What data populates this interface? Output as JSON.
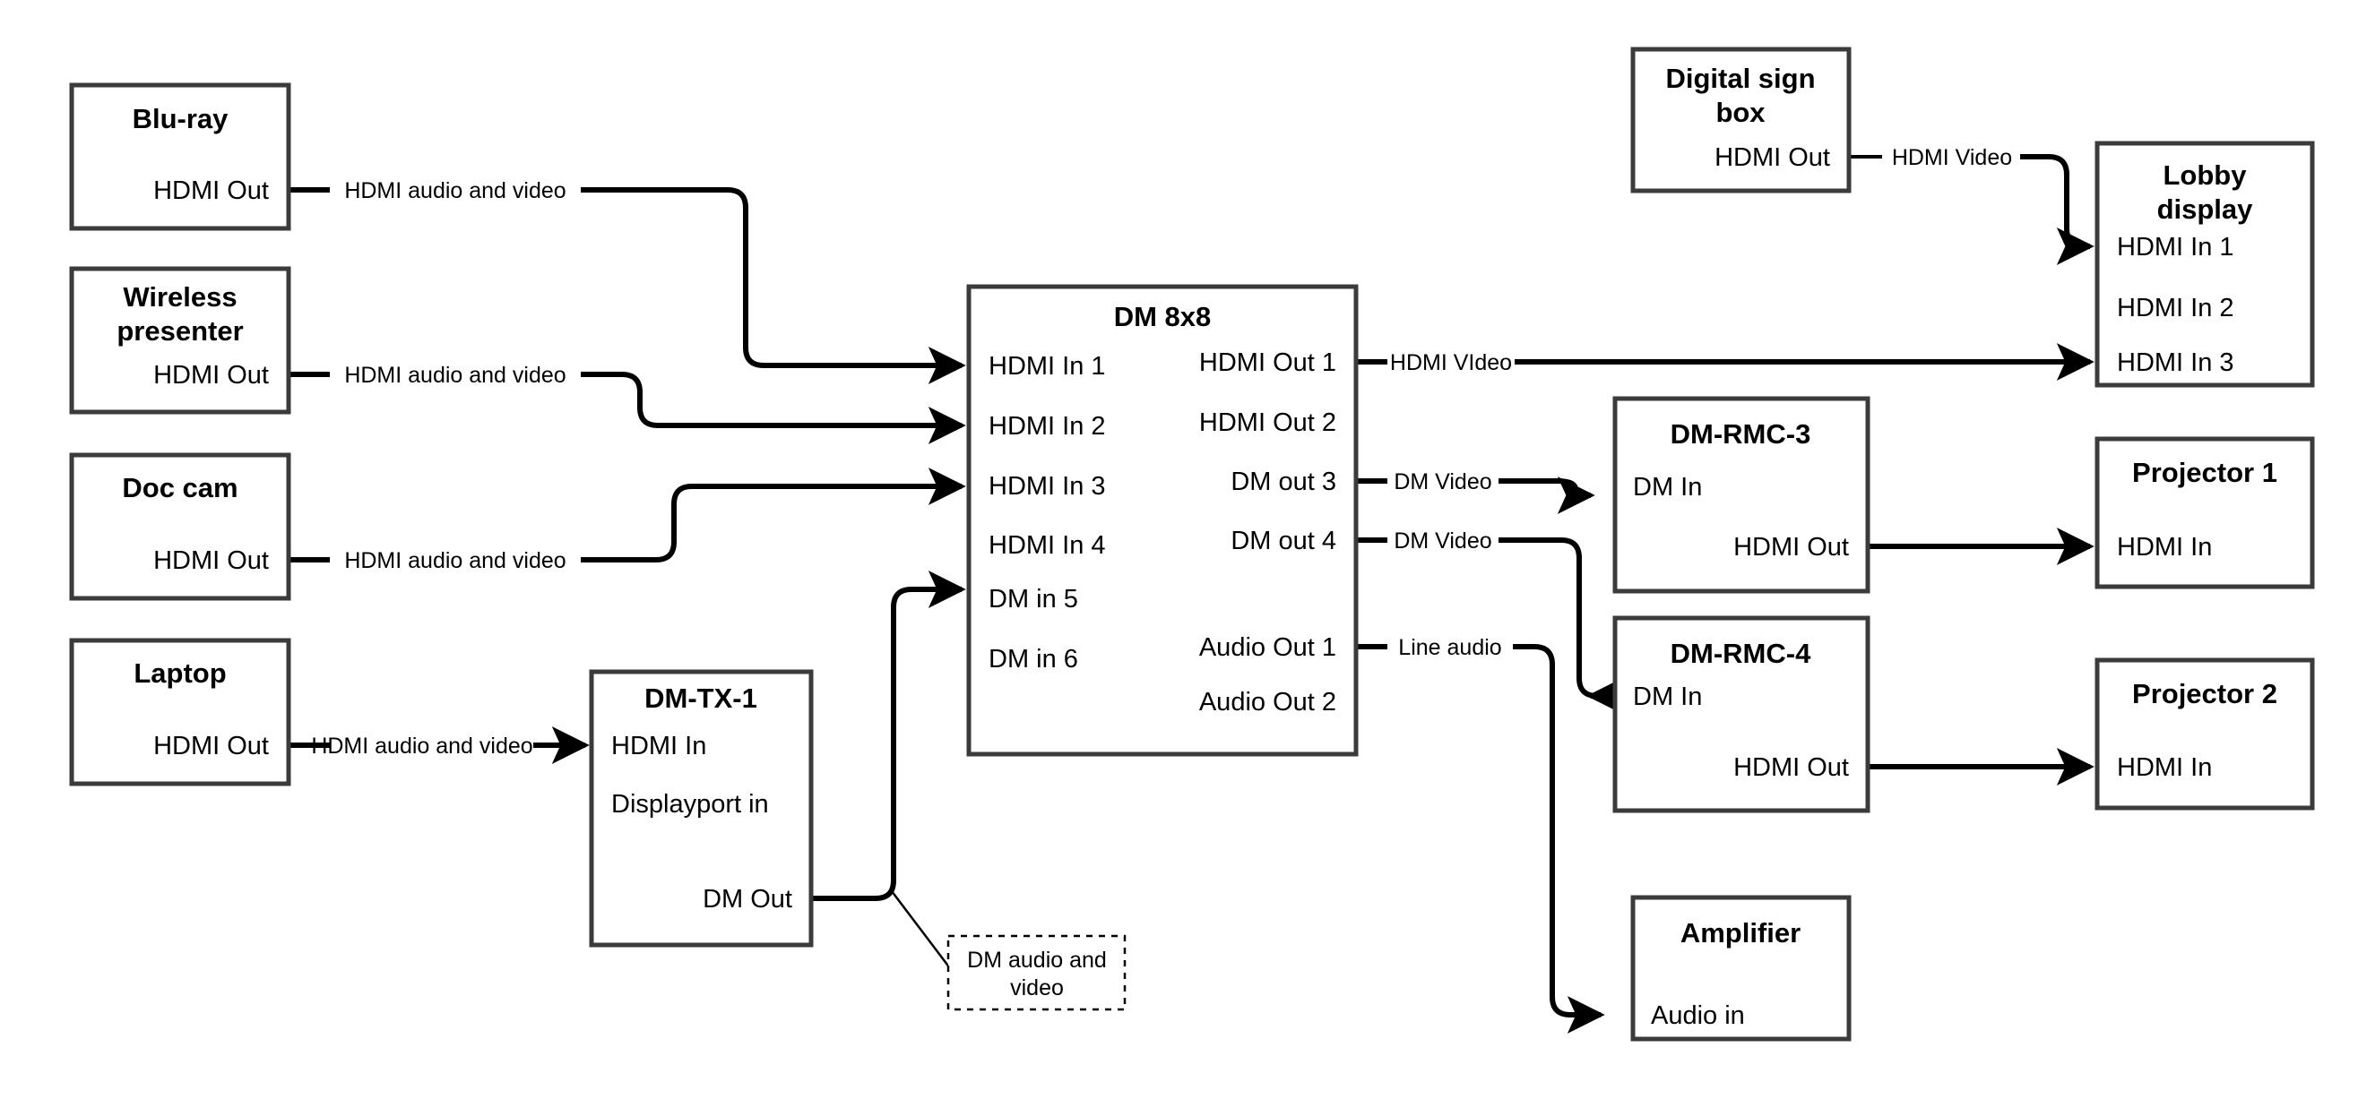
{
  "diagram": {
    "title": "AV signal flow diagram",
    "colors": {
      "box_stroke": "#3b3b3b",
      "wire": "#000000",
      "background": "#ffffff"
    }
  },
  "nodes": [
    {
      "id": "blu-ray",
      "title": "Blu-ray",
      "ports_left": [],
      "ports_right": [
        "HDMI Out"
      ]
    },
    {
      "id": "wireless-presenter",
      "title": "Wireless presenter",
      "title_line1": "Wireless",
      "title_line2": "presenter",
      "ports_left": [],
      "ports_right": [
        "HDMI Out"
      ]
    },
    {
      "id": "doc-cam",
      "title": "Doc cam",
      "ports_left": [],
      "ports_right": [
        "HDMI Out"
      ]
    },
    {
      "id": "laptop",
      "title": "Laptop",
      "ports_left": [],
      "ports_right": [
        "HDMI Out"
      ]
    },
    {
      "id": "dm-tx-1",
      "title": "DM-TX-1",
      "ports_left": [
        "HDMI In",
        "Displayport in"
      ],
      "ports_right": [
        "DM Out"
      ]
    },
    {
      "id": "dm-8x8",
      "title": "DM 8x8",
      "ports_left": [
        "HDMI In 1",
        "HDMI In 2",
        "HDMI In 3",
        "HDMI In 4",
        "DM in 5",
        "DM in 6"
      ],
      "ports_right": [
        "HDMI Out 1",
        "HDMI Out 2",
        "DM out 3",
        "DM out 4",
        "Audio Out 1",
        "Audio Out 2"
      ]
    },
    {
      "id": "digital-sign-box",
      "title": "Digital sign box",
      "title_line1": "Digital sign",
      "title_line2": "box",
      "ports_left": [],
      "ports_right": [
        "HDMI Out"
      ]
    },
    {
      "id": "lobby-display",
      "title": "Lobby display",
      "title_line1": "Lobby",
      "title_line2": "display",
      "ports_left": [
        "HDMI In 1",
        "HDMI In 2",
        "HDMI In 3"
      ],
      "ports_right": []
    },
    {
      "id": "dm-rmc-3",
      "title": "DM-RMC-3",
      "ports_left": [
        "DM In"
      ],
      "ports_right": [
        "HDMI Out"
      ]
    },
    {
      "id": "dm-rmc-4",
      "title": "DM-RMC-4",
      "ports_left": [
        "DM In"
      ],
      "ports_right": [
        "HDMI Out"
      ]
    },
    {
      "id": "projector-1",
      "title": "Projector 1",
      "ports_left": [
        "HDMI In"
      ],
      "ports_right": []
    },
    {
      "id": "projector-2",
      "title": "Projector 2",
      "ports_left": [
        "HDMI In"
      ],
      "ports_right": []
    },
    {
      "id": "amplifier",
      "title": "Amplifier",
      "ports_left": [
        "Audio in"
      ],
      "ports_right": []
    }
  ],
  "edges": [
    {
      "id": "blu-ray-to-dm-in-1",
      "label": "HDMI audio and video",
      "from": "blu-ray / HDMI Out",
      "to": "dm-8x8 / HDMI In 1"
    },
    {
      "id": "wireless-to-dm-in-2",
      "label": "HDMI audio and video",
      "from": "wireless-presenter / HDMI Out",
      "to": "dm-8x8 / HDMI In 2"
    },
    {
      "id": "doc-cam-to-dm-in-3",
      "label": "HDMI audio and video",
      "from": "doc-cam / HDMI Out",
      "to": "dm-8x8 / HDMI In 3"
    },
    {
      "id": "laptop-to-dm-tx-1",
      "label": "HDMI audio and video",
      "from": "laptop / HDMI Out",
      "to": "dm-tx-1 / HDMI In"
    },
    {
      "id": "dm-tx-1-to-dm-in-5",
      "label": "DM audio and video",
      "from": "dm-tx-1 / DM Out",
      "to": "dm-8x8 / DM in 5"
    },
    {
      "id": "hdmi-out-1-to-lobby-in-3",
      "label": "HDMI VIdeo",
      "from": "dm-8x8 / HDMI Out 1",
      "to": "lobby-display / HDMI In 3"
    },
    {
      "id": "dm-out-3-to-rmc-3",
      "label": "DM Video",
      "from": "dm-8x8 / DM out 3",
      "to": "dm-rmc-3 / DM In"
    },
    {
      "id": "dm-out-4-to-rmc-4",
      "label": "DM Video",
      "from": "dm-8x8 / DM out 4",
      "to": "dm-rmc-4 / DM In"
    },
    {
      "id": "audio-out-1-to-amplifier",
      "label": "Line audio",
      "from": "dm-8x8 / Audio Out 1",
      "to": "amplifier / Audio in"
    },
    {
      "id": "sign-box-to-lobby-in-1",
      "label": "HDMI Video",
      "from": "digital-sign-box / HDMI Out",
      "to": "lobby-display / HDMI In 1"
    },
    {
      "id": "rmc-3-to-projector-1",
      "label": "",
      "from": "dm-rmc-3 / HDMI Out",
      "to": "projector-1 / HDMI In"
    },
    {
      "id": "rmc-4-to-projector-2",
      "label": "",
      "from": "dm-rmc-4 / HDMI Out",
      "to": "projector-2 / HDMI In"
    }
  ],
  "callouts": [
    {
      "id": "dm-audio-video-callout",
      "line1": "DM audio and",
      "line2": "video"
    }
  ],
  "labels": {
    "blu_ray_title": "Blu-ray",
    "blu_ray_port": "HDMI Out",
    "wireless_title_1": "Wireless",
    "wireless_title_2": "presenter",
    "wireless_port": "HDMI Out",
    "doc_cam_title": "Doc cam",
    "doc_cam_port": "HDMI Out",
    "laptop_title": "Laptop",
    "laptop_port": "HDMI Out",
    "tx_title": "DM-TX-1",
    "tx_port_1": "HDMI In",
    "tx_port_2": "Displayport in",
    "tx_port_3": "DM Out",
    "dm_title": "DM 8x8",
    "dm_in_1": "HDMI In 1",
    "dm_in_2": "HDMI In 2",
    "dm_in_3": "HDMI In 3",
    "dm_in_4": "HDMI In 4",
    "dm_in_5": "DM in 5",
    "dm_in_6": "DM in 6",
    "dm_out_1": "HDMI Out 1",
    "dm_out_2": "HDMI Out 2",
    "dm_out_3": "DM out 3",
    "dm_out_4": "DM out 4",
    "dm_audio_out_1": "Audio Out 1",
    "dm_audio_out_2": "Audio Out 2",
    "sign_title_1": "Digital sign",
    "sign_title_2": "box",
    "sign_port": "HDMI Out",
    "lobby_title_1": "Lobby",
    "lobby_title_2": "display",
    "lobby_in_1": "HDMI In 1",
    "lobby_in_2": "HDMI In 2",
    "lobby_in_3": "HDMI In 3",
    "rmc3_title": "DM-RMC-3",
    "rmc3_in": "DM In",
    "rmc3_out": "HDMI Out",
    "rmc4_title": "DM-RMC-4",
    "rmc4_in": "DM In",
    "rmc4_out": "HDMI Out",
    "proj1_title": "Projector 1",
    "proj1_in": "HDMI In",
    "proj2_title": "Projector 2",
    "proj2_in": "HDMI In",
    "amp_title": "Amplifier",
    "amp_in": "Audio in",
    "edge_hdmi_av_1": "HDMI audio and video",
    "edge_hdmi_av_2": "HDMI audio and video",
    "edge_hdmi_av_3": "HDMI audio and video",
    "edge_hdmi_av_4": "HDMI audio and video",
    "edge_hdmi_video_dm": "HDMI VIdeo",
    "edge_dm_video_3": "DM Video",
    "edge_dm_video_4": "DM Video",
    "edge_line_audio": "Line audio",
    "edge_hdmi_video_sign": "HDMI Video",
    "callout_line_1": "DM audio and",
    "callout_line_2": "video"
  }
}
